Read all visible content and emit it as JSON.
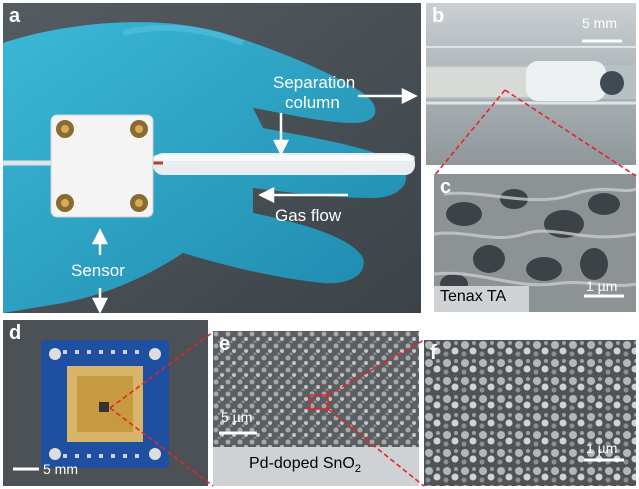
{
  "panels": {
    "a": {
      "label": "a",
      "separation_column": "Separation\ncolumn",
      "sep_line1": "Separation",
      "sep_line2": "column",
      "gas_flow": "Gas flow",
      "sensor": "Sensor"
    },
    "b": {
      "label": "b",
      "scale": "5 mm"
    },
    "c": {
      "label": "c",
      "material": "Tenax TA",
      "scale": "1 µm"
    },
    "d": {
      "label": "d",
      "scale": "5 mm"
    },
    "e": {
      "label": "e",
      "scale": "5 µm",
      "material_prefix": "Pd-doped SnO",
      "material_subscript": "2"
    },
    "f": {
      "label": "f",
      "scale": "1 µm"
    }
  },
  "colors": {
    "glove": "#2aa7c9",
    "zoom_lines": "#e0262e",
    "background": "#4a5258"
  }
}
